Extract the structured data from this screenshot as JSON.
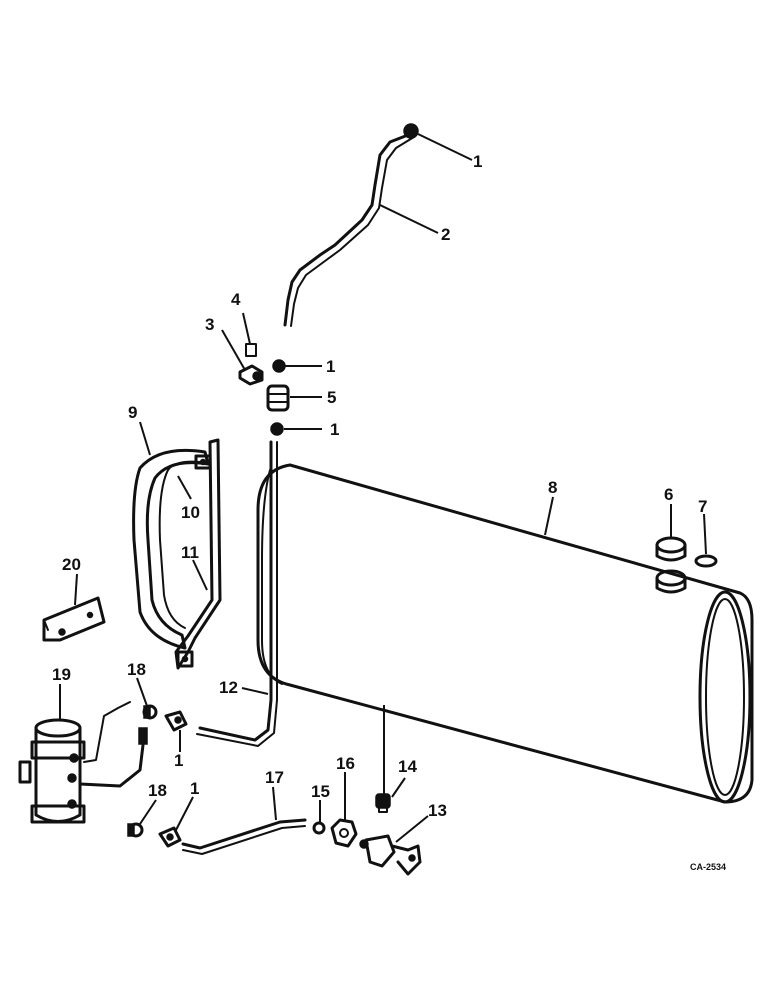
{
  "callouts": {
    "c1a": "1",
    "c1b": "1",
    "c1c": "1",
    "c1d": "1",
    "c1e": "1",
    "c2": "2",
    "c3": "3",
    "c4": "4",
    "c5": "5",
    "c6": "6",
    "c7": "7",
    "c8": "8",
    "c9": "9",
    "c10": "10",
    "c11": "11",
    "c12": "12",
    "c13": "13",
    "c14": "14",
    "c15": "15",
    "c16": "16",
    "c17": "17",
    "c18a": "18",
    "c18b": "18",
    "c19": "19",
    "c20": "20"
  },
  "drawing_code": "CA-2534"
}
